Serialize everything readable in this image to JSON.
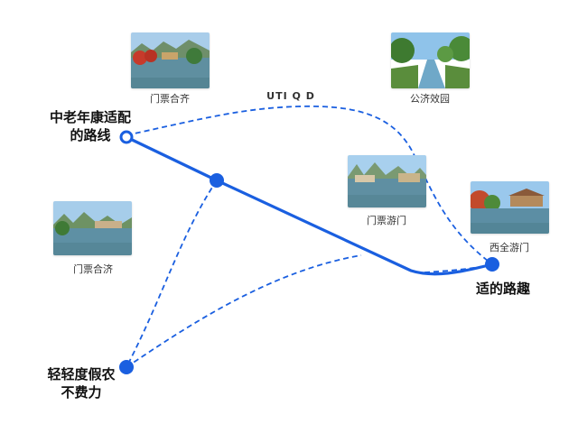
{
  "nodes": {
    "start": {
      "line1": "中老年康适配",
      "line2": "的路线"
    },
    "end": {
      "line1": "适的路趣"
    },
    "bottom": {
      "line1": "轻轻度假农",
      "line2": "不费力"
    }
  },
  "route_label": "UTI Q D",
  "photos": [
    {
      "caption": "门票合齐",
      "scene": "lake-red-trees"
    },
    {
      "caption": "公济效园",
      "scene": "river-trees"
    },
    {
      "caption": "门票游门",
      "scene": "river-karst"
    },
    {
      "caption": "西全游门",
      "scene": "river-pavilion"
    },
    {
      "caption": "门票合济",
      "scene": "lake-village"
    }
  ],
  "colors": {
    "route": "#1a5fe0",
    "node": "#1a5fe0"
  }
}
